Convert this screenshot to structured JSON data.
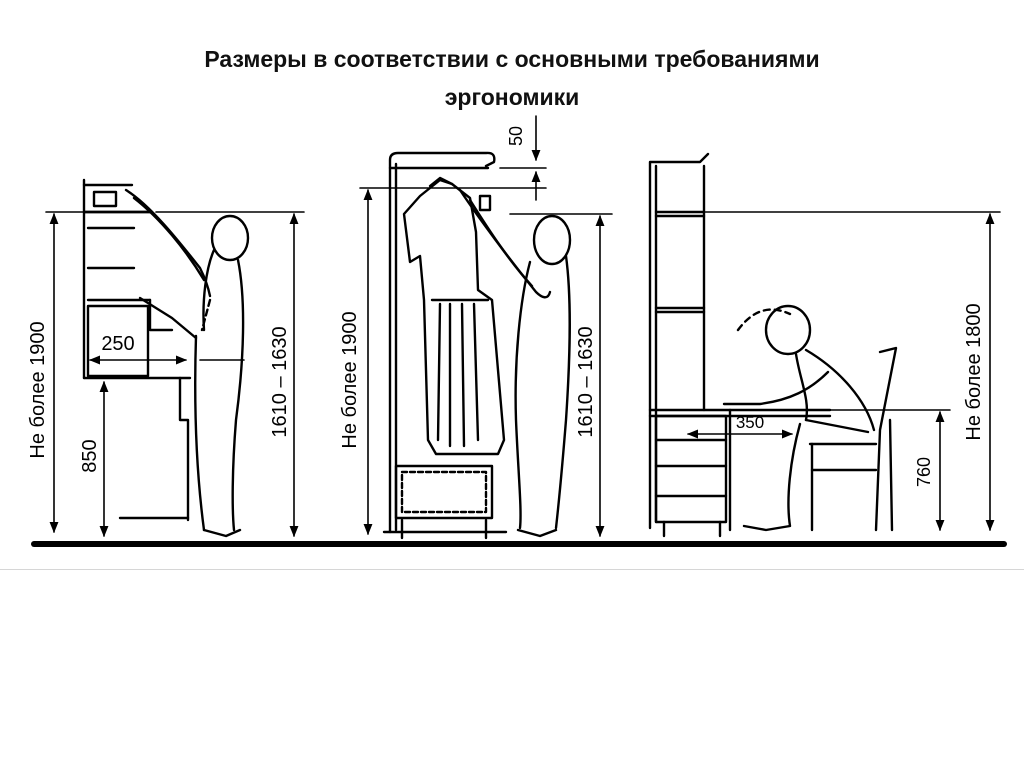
{
  "title": {
    "line1": "Размеры в соответствии с основными требованиями",
    "line2": "эргономики"
  },
  "figure1": {
    "height_label": "Не более 1900",
    "reach_label": "1610 – 1630",
    "depth_label": "250",
    "shelf_label": "850"
  },
  "figure2": {
    "gap_label": "50",
    "height_label": "Не более 1900",
    "reach_label": "1610 – 1630"
  },
  "figure3": {
    "height_label": "Не более 1800",
    "table_label": "760",
    "depth_label": "350"
  }
}
